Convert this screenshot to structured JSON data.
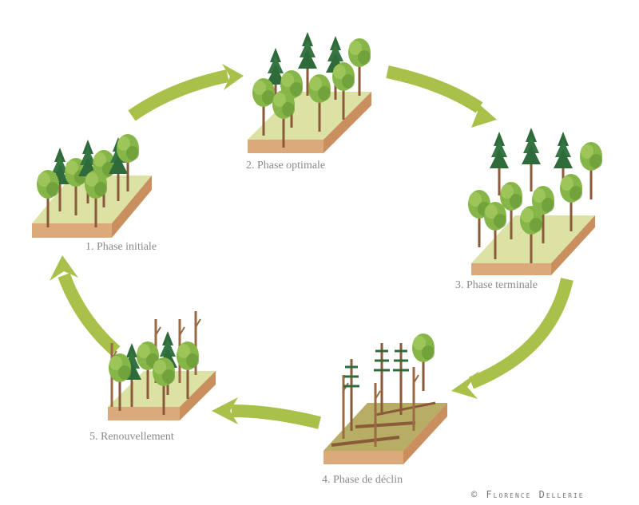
{
  "diagram": {
    "title": "Forest succession cycle",
    "phases": [
      {
        "id": 1,
        "label": "1. Phase initiale",
        "description": "young mixed conifers and broadleaf saplings"
      },
      {
        "id": 2,
        "label": "2. Phase optimale",
        "description": "dense mature mixed forest"
      },
      {
        "id": 3,
        "label": "3. Phase terminale",
        "description": "old large trees, dense canopy"
      },
      {
        "id": 4,
        "label": "4. Phase de déclin",
        "description": "dead and fallen trees"
      },
      {
        "id": 5,
        "label": "5. Renouvellement",
        "description": "regeneration among snags"
      }
    ],
    "arrows": [
      {
        "from": 1,
        "to": 2
      },
      {
        "from": 2,
        "to": 3
      },
      {
        "from": 3,
        "to": 4
      },
      {
        "from": 4,
        "to": 5
      },
      {
        "from": 5,
        "to": 1
      }
    ],
    "credit": "© Florence Dellerie"
  },
  "colors": {
    "arrow": "#a9c04a",
    "soil_front": "#dba97a",
    "soil_side": "#c98f5e",
    "grass_top": "#dbe2a4",
    "decline_top": "#b7ad64",
    "conifer": "#2f6a3a",
    "broadleaf": "#7fb043",
    "trunk": "#8a5a3a",
    "label": "#8a8a8a"
  }
}
